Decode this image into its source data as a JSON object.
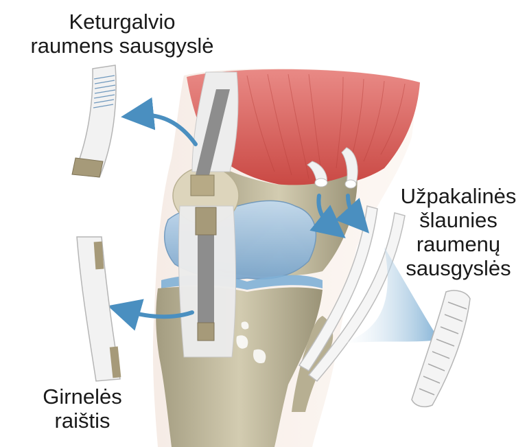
{
  "labels": {
    "quadriceps": {
      "line1": "Keturgalvio",
      "line2": "raumens sausgyslė"
    },
    "hamstring": {
      "line1": "Užpakalinės",
      "line2": "šlaunies",
      "line3": "raumenų",
      "line4": "sausgyslės"
    },
    "patellar": {
      "line1": "Girnelės",
      "line2": "raištis"
    }
  },
  "colors": {
    "muscle": "#d9544f",
    "bone": "#cbc3a6",
    "tendon": "#eeeeee",
    "cartilage": "#8fb5d6",
    "arrow": "#4a8fc0"
  }
}
